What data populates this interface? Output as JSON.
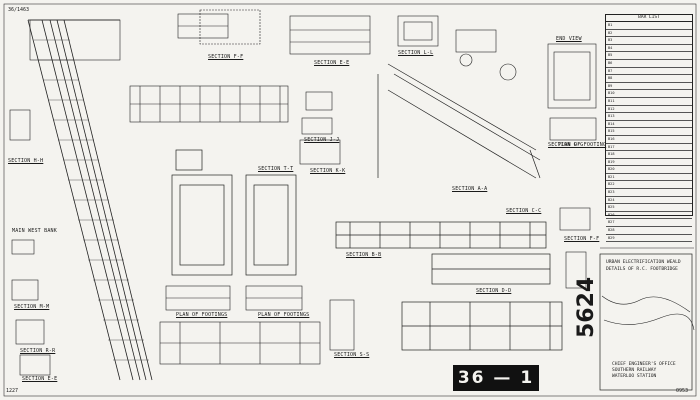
{
  "sheet": {
    "corner_top_left": "36/1463",
    "corner_bottom_left": "1227",
    "corner_bottom_right": "0953",
    "sheet_number": "36 — 1",
    "drawing_number": "5624"
  },
  "views": {
    "section_ff": "SECTION  F-F",
    "section_ee": "SECTION  E-E",
    "section_ll": "SECTION  L-L",
    "section_hh": "SECTION  H-H",
    "section_kk": "SECTION  K-K",
    "section_jj": "SECTION  J-J",
    "section_gg": "SECTION  G-G",
    "section_aa": "SECTION  A-A",
    "section_bb": "SECTION  B-B",
    "section_cc": "SECTION  C-C",
    "section_dd": "SECTION  D-D",
    "section_ff2": "SECTION  F-F",
    "section_tt": "SECTION  T-T",
    "section_ee2": "SECTION  E-E",
    "section_mm": "SECTION  M-M",
    "section_rr": "SECTION  R-R",
    "section_ss": "SECTION  S-S",
    "plan_footings_1": "PLAN OF FOOTINGS",
    "plan_footings_2": "PLAN OF FOOTINGS",
    "plan_footing": "PLAN OF FOOTING",
    "end_view": "END VIEW",
    "main_west_bank": "MAIN WEST BANK"
  },
  "schedule": {
    "head": "BAR LIST",
    "rows": [
      "B1",
      "B2",
      "B3",
      "B4",
      "B5",
      "B6",
      "B7",
      "B8",
      "B9",
      "B10",
      "B11",
      "B12",
      "B13",
      "B14",
      "B15",
      "B16",
      "B17",
      "B18",
      "B19",
      "B20",
      "B21",
      "B22",
      "B23",
      "B24",
      "B25",
      "B26",
      "B27",
      "B28",
      "B29"
    ]
  },
  "title_block": {
    "line1": "URBAN ELECTRIFICATION WEALD",
    "line2": "DETAILS OF R.C. FOOTBRIDGE",
    "office1": "CHIEF ENGINEER'S OFFICE",
    "office2": "SOUTHERN RAILWAY",
    "office3": "WATERLOO STATION"
  }
}
